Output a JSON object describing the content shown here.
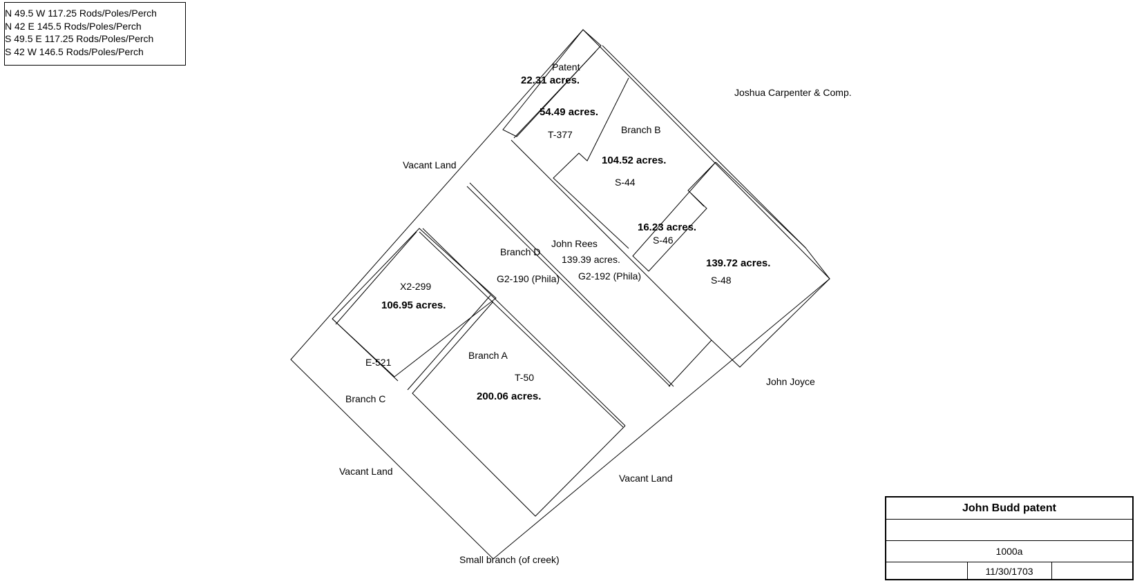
{
  "bearings": [
    "N 49.5 W 117.25 Rods/Poles/Perch",
    "N 42 E 145.5 Rods/Poles/Perch",
    "S 49.5 E 117.25 Rods/Poles/Perch",
    "S 42 W 146.5 Rods/Poles/Perch"
  ],
  "labels": {
    "patent": "Patent",
    "acres_22": "22.31 acres.",
    "acres_54": "54.49 acres.",
    "t377": "T-377",
    "branch_b": "Branch B",
    "acres_104": "104.52 acres.",
    "s44": "S-44",
    "joshua": "Joshua Carpenter & Comp.",
    "vacant_nw": "Vacant Land",
    "acres_16": "16.23 acres.",
    "s46": "S-46",
    "john_rees": "John Rees",
    "acres_139_39": "139.39 acres.",
    "branch_d": "Branch D",
    "g2_190": "G2-190 (Phila)",
    "g2_192": "G2-192 (Phila)",
    "acres_139_72": "139.72 acres.",
    "s48": "S-48",
    "x2_299": "X2-299",
    "acres_106": "106.95 acres.",
    "e521": "E-521",
    "branch_a": "Branch A",
    "t50": "T-50",
    "acres_200": "200.06 acres.",
    "branch_c": "Branch C",
    "john_joyce": "John Joyce",
    "vacant_sw": "Vacant Land",
    "vacant_s": "Vacant Land",
    "small_branch": "Small branch (of creek)"
  },
  "title_block": {
    "title": "John Budd patent",
    "row2": "",
    "area": "1000a",
    "col1": "",
    "date": "11/30/1703",
    "col3": ""
  }
}
